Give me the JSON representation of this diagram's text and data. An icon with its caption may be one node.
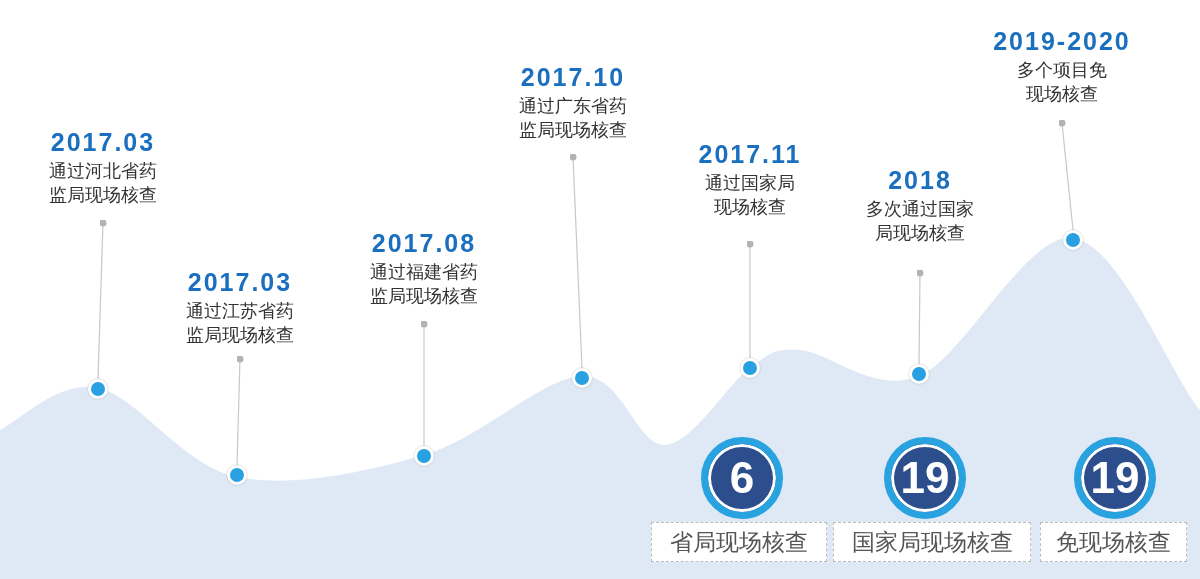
{
  "diagram": {
    "nodes": [
      {
        "text": [
          "2017.03",
          "通过河北省药监局现场核查"
        ]
      },
      {
        "text": [],
        "shape": "circle"
      },
      {
        "text": [
          "2017.03",
          "通过江苏省药监局现场核查"
        ]
      },
      {
        "text": [],
        "shape": "circle"
      },
      {
        "text": [
          "2017.08",
          "通过福建省药监局现场核查"
        ]
      },
      {
        "text": [],
        "shape": "circle"
      },
      {
        "text": [
          "2017.10",
          "通过广东省药监局现场核查"
        ]
      },
      {
        "text": [],
        "shape": "circle"
      },
      {
        "text": [
          "2017.11",
          "通过国家局现场核查"
        ]
      },
      {
        "text": [],
        "shape": "circle"
      },
      {
        "text": [
          "2018",
          "多次通过国家局现场核查"
        ]
      },
      {
        "text": [],
        "shape": "circle"
      },
      {
        "text": [
          "2019-2020",
          "多个项目免现场核查"
        ]
      },
      {
        "text": [],
        "shape": "circle"
      },
      {
        "text": [
          "6"
        ]
      },
      {
        "text": [
          "19"
        ]
      },
      {
        "text": [
          "19"
        ]
      },
      {
        "text": [
          "省局现场核查"
        ]
      },
      {
        "text": [
          "国家局现场核查"
        ]
      },
      {
        "text": [
          "免现场核查"
        ]
      }
    ],
    "edges": [
      {
        "from": 0,
        "to": 1,
        "arrow": "other"
      },
      {
        "from": 2,
        "to": 3,
        "arrow": "other"
      },
      {
        "from": 4,
        "to": 5,
        "arrow": "other"
      },
      {
        "from": 6,
        "to": 7,
        "arrow": "other"
      },
      {
        "from": 8,
        "to": 9,
        "arrow": "other"
      },
      {
        "from": 10,
        "to": 11,
        "arrow": "other"
      },
      {
        "from": 12,
        "to": 13,
        "arrow": "other"
      }
    ]
  }
}
